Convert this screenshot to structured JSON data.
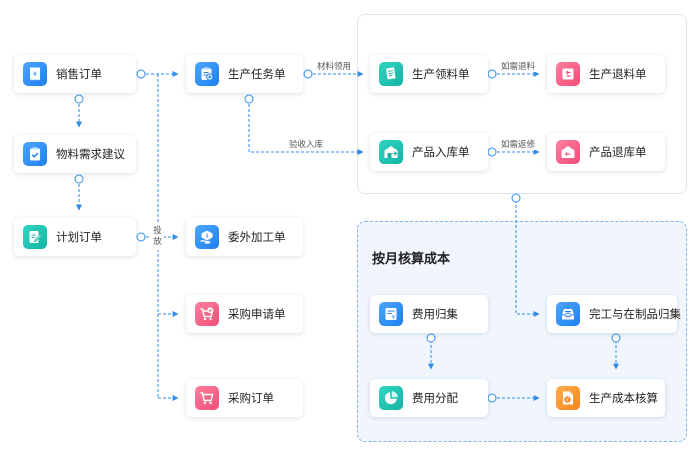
{
  "cost_group": {
    "title": "按月核算成本"
  },
  "nodes": {
    "sales_order": {
      "label": "销售订单",
      "icon": "receipt-icon",
      "color": "blue"
    },
    "material_suggestion": {
      "label": "物料需求建议",
      "icon": "clipboard-check-icon",
      "color": "blue"
    },
    "plan_order": {
      "label": "计划订单",
      "icon": "edit-document-icon",
      "color": "teal"
    },
    "production_task": {
      "label": "生产任务单",
      "icon": "task-settings-icon",
      "color": "blue"
    },
    "outsourcing": {
      "label": "委外加工单",
      "icon": "hand-box-icon",
      "color": "blue"
    },
    "purchase_request": {
      "label": "采购申请单",
      "icon": "cart-check-icon",
      "color": "pink"
    },
    "purchase_order": {
      "label": "采购订单",
      "icon": "cart-icon",
      "color": "pink"
    },
    "material_requisition": {
      "label": "生产领料单",
      "icon": "notebook-icon",
      "color": "teal"
    },
    "material_return": {
      "label": "生产退料单",
      "icon": "return-box-icon",
      "color": "pink"
    },
    "product_inbound": {
      "label": "产品入库单",
      "icon": "warehouse-in-icon",
      "color": "teal"
    },
    "product_return": {
      "label": "产品退库单",
      "icon": "warehouse-return-icon",
      "color": "pink"
    },
    "expense_collection": {
      "label": "费用归集",
      "icon": "invoice-yen-icon",
      "color": "blue"
    },
    "expense_allocation": {
      "label": "费用分配",
      "icon": "pie-chart-icon",
      "color": "teal"
    },
    "wip_collection": {
      "label": "完工与在制品归集",
      "icon": "inbox-tray-icon",
      "color": "blue"
    },
    "cost_accounting": {
      "label": "生产成本核算",
      "icon": "document-yen-icon",
      "color": "orange"
    }
  },
  "edge_labels": {
    "material_requisition": "材料领用",
    "receipt_inbound": "验收入库",
    "return_material": "如需退料",
    "return_repair": "如需返修",
    "issue": [
      "投",
      "放"
    ]
  },
  "colors": {
    "connector": "#2d8cf0",
    "accent": "#1f7ff0",
    "teal": "#14b3a3",
    "pink": "#f04d77",
    "orange": "#f5831f"
  }
}
